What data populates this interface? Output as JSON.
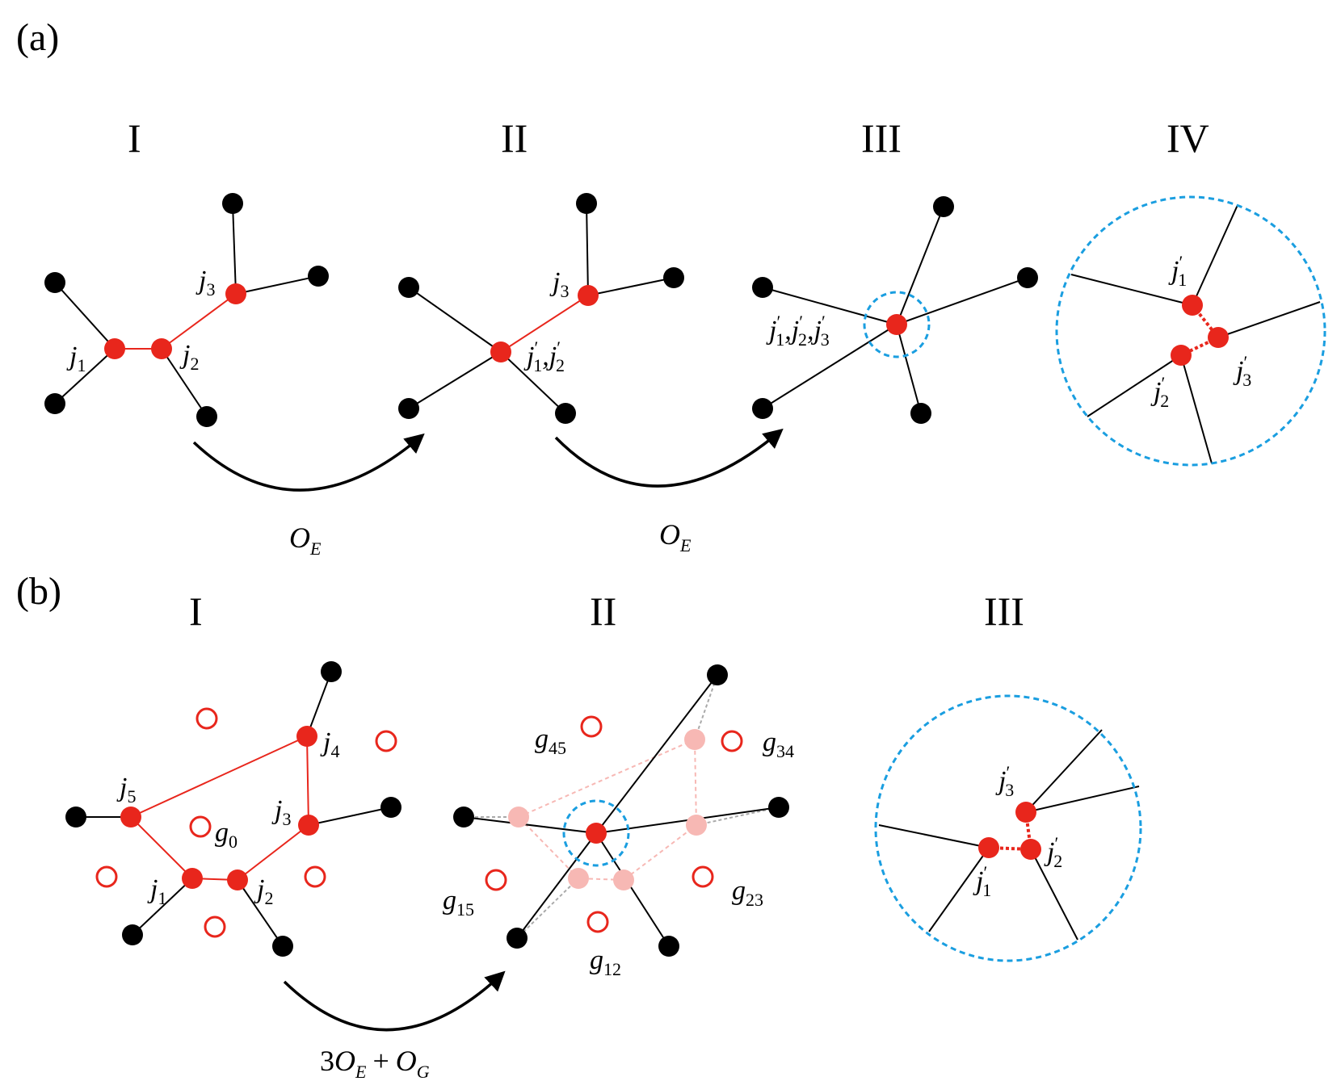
{
  "panels": {
    "a": "(a)",
    "b": "(b)"
  },
  "stages_a": [
    "I",
    "II",
    "III",
    "IV"
  ],
  "stages_b": [
    "I",
    "II",
    "III"
  ],
  "colors": {
    "edge": "#000000",
    "contracted_edge": "#e8261c",
    "junction": "#e8261c",
    "endpoint": "#000000",
    "focus_circle": "#1a9ee0",
    "ghost": "#f7b8b4"
  },
  "labels_a": {
    "j": "j",
    "j1": "1",
    "j2": "2",
    "j3": "3",
    "prime": "′",
    "op": "O",
    "op_sub": "E"
  },
  "labels_b": {
    "j": "j",
    "g": "g",
    "g0": "0",
    "g45": "45",
    "g34": "34",
    "g15": "15",
    "g23": "23",
    "g12": "12",
    "op_coef": "3",
    "op": "O",
    "op_sub_e": "E",
    "plus": "+",
    "op_sub_g": "G",
    "idx": [
      "1",
      "2",
      "3",
      "4",
      "5"
    ]
  }
}
